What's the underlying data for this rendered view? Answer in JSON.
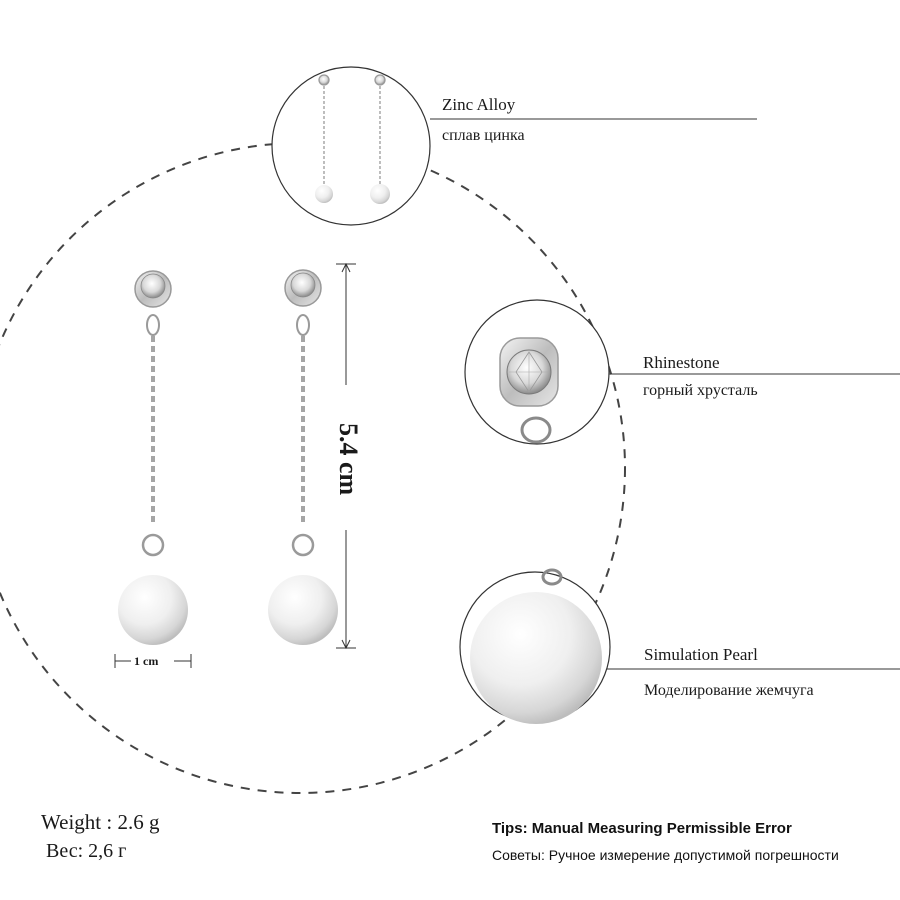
{
  "callouts": {
    "zinc_alloy": {
      "en": "Zinc Alloy",
      "ru": "сплав цинка"
    },
    "rhinestone": {
      "en": "Rhinestone",
      "ru": "горный хрусталь"
    },
    "pearl": {
      "en": "Simulation Pearl",
      "ru": "Моделирование жемчуга"
    }
  },
  "dimensions": {
    "length": "5.4 cm",
    "width": "1 cm"
  },
  "specs": {
    "weight_en": "Weight : 2.6 g",
    "weight_ru": "Вес: 2,6 г"
  },
  "tips": {
    "en": "Tips: Manual Measuring Permissible Error",
    "ru": "Советы: Ручное измерение допустимой погрешности"
  },
  "colors": {
    "line": "#555555",
    "silver": "#c9c9c9",
    "pearl": "#eeeeee"
  }
}
